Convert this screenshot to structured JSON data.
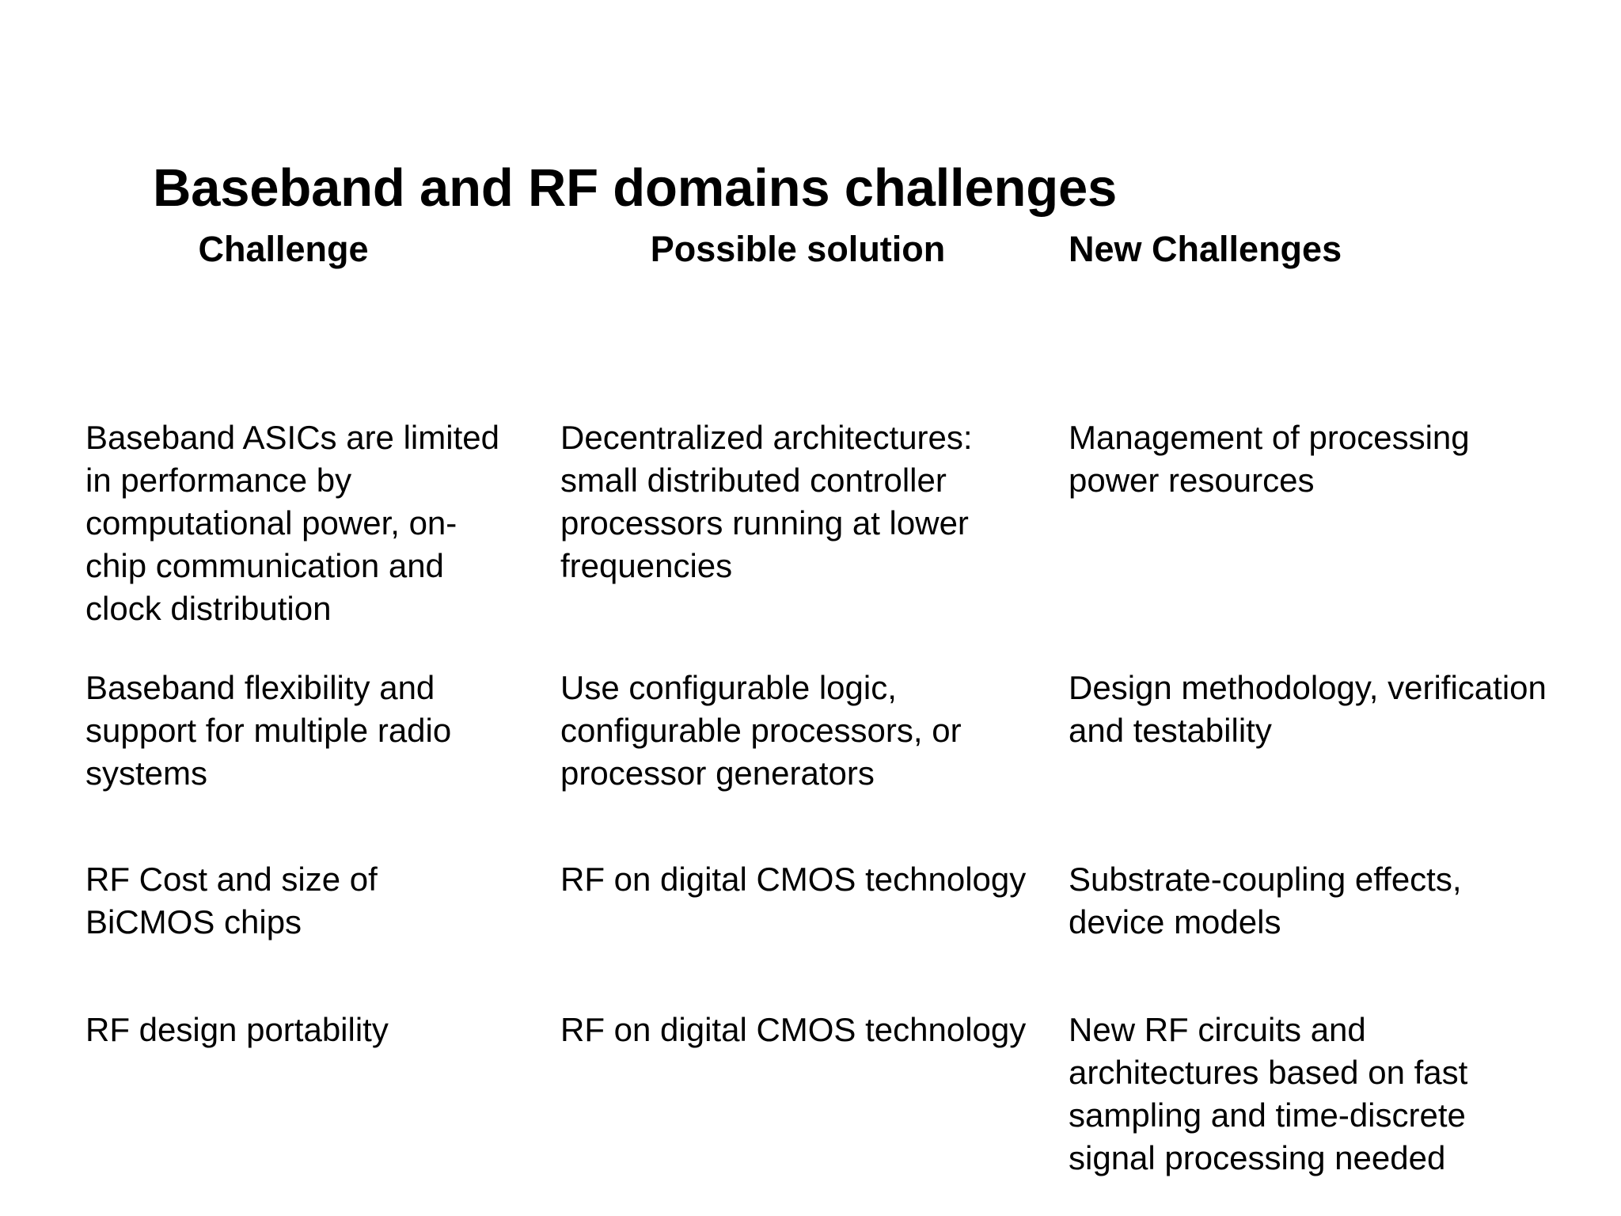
{
  "slide": {
    "title": "Baseband and RF domains challenges",
    "background_color": "#ffffff",
    "text_color": "#000000"
  },
  "table": {
    "headers": [
      "Challenge",
      "Possible solution",
      "New Challenges"
    ],
    "rows": [
      {
        "challenge": "Baseband ASICs are limited in performance by computational power, on-chip communication and clock distribution",
        "possible_solution": "Decentralized architectures: small distributed controller processors running at lower frequencies",
        "new_challenges": "Management of processing power resources"
      },
      {
        "challenge": "Baseband flexibility and support for multiple radio systems",
        "possible_solution": "Use configurable logic, configurable processors, or processor generators",
        "new_challenges": "Design methodology, verification and testability"
      },
      {
        "challenge": "RF Cost and size of BiCMOS chips",
        "possible_solution": "RF on digital CMOS technology",
        "new_challenges": "Substrate-coupling effects, device models"
      },
      {
        "challenge": "RF design portability",
        "possible_solution": "RF on digital CMOS technology",
        "new_challenges": "New RF circuits and architectures based on fast sampling and time-discrete signal processing needed"
      }
    ]
  }
}
